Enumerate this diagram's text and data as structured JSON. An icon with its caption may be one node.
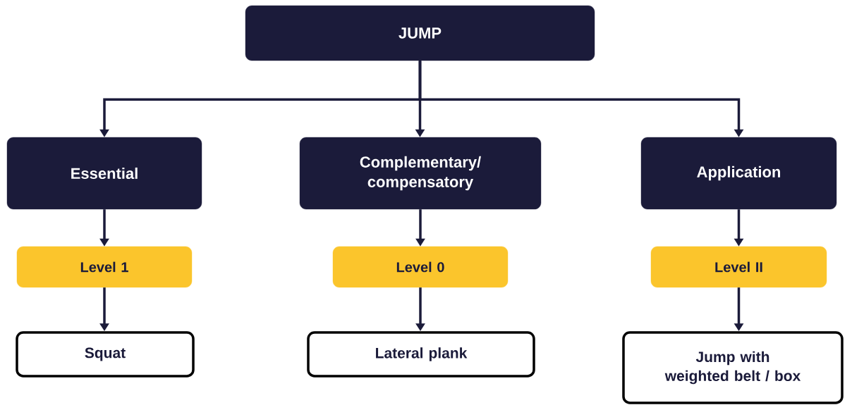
{
  "diagram": {
    "nodes": [
      {
        "text": [
          "JUMP"
        ]
      },
      {
        "text": [
          "Essential"
        ]
      },
      {
        "text": [
          "Complementary/ compensatory"
        ]
      },
      {
        "text": [
          "Application"
        ]
      },
      {
        "text": [
          "Level 1"
        ]
      },
      {
        "text": [
          "Level 0"
        ]
      },
      {
        "text": [
          "Level II"
        ]
      },
      {
        "text": [
          "Squat"
        ]
      },
      {
        "text": [
          "Lateral plank"
        ]
      },
      {
        "text": [
          "Jump with weighted belt / box"
        ]
      }
    ],
    "edges": [
      {
        "from": 0,
        "to": 1,
        "arrow": "to"
      },
      {
        "from": 0,
        "to": 2,
        "arrow": "to"
      },
      {
        "from": 0,
        "to": 3,
        "arrow": "to"
      },
      {
        "from": 1,
        "to": 4,
        "arrow": "to"
      },
      {
        "from": 2,
        "to": 5,
        "arrow": "to"
      },
      {
        "from": 3,
        "to": 6,
        "arrow": "to"
      },
      {
        "from": 4,
        "to": 7,
        "arrow": "to"
      },
      {
        "from": 5,
        "to": 8,
        "arrow": "to"
      },
      {
        "from": 6,
        "to": 9,
        "arrow": "to"
      }
    ]
  }
}
